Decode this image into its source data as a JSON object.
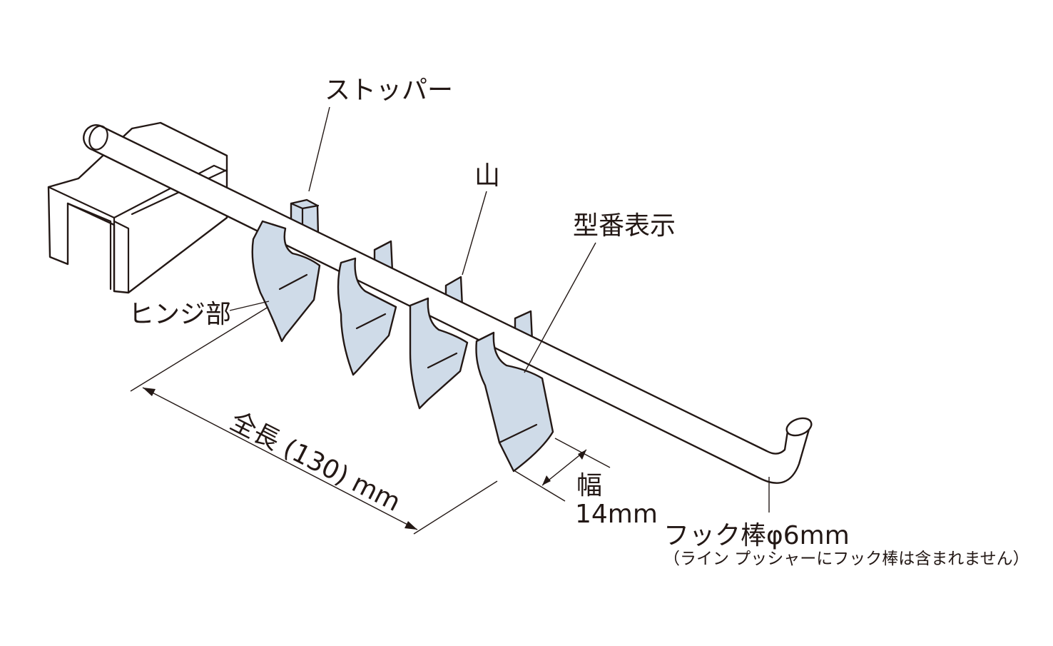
{
  "labels": {
    "stopper": "ストッパー",
    "peak": "山",
    "model_marking": "型番表示",
    "hinge": "ヒンジ部",
    "total_length": "全長 (130) mm",
    "width_title": "幅",
    "width_value": "14mm",
    "hook_rod": "フック棒φ6mm",
    "hook_note": "（ライン プッシャーにフック棒は含まれません）"
  },
  "colors": {
    "fin_fill": "#cfdbe8",
    "line": "#231815"
  }
}
